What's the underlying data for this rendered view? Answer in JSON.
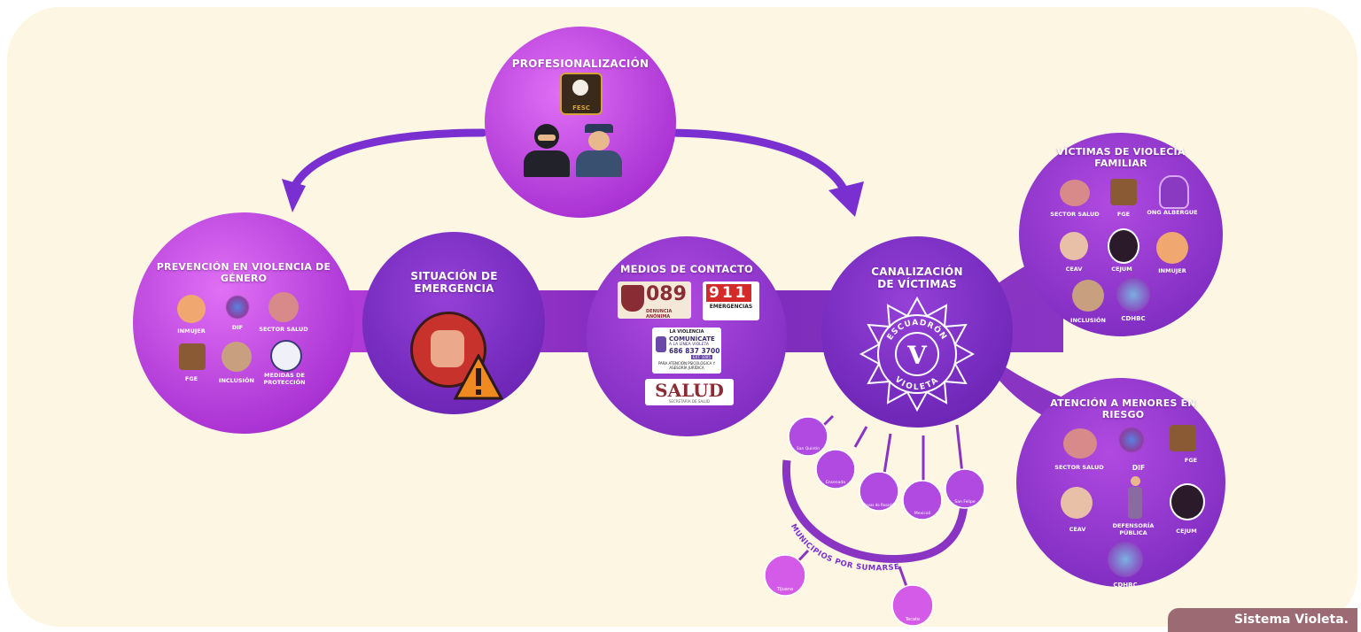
{
  "nodes": {
    "profesionalizacion": {
      "title": "PROFESIONALIZACIÓN",
      "badge_text": "FESC"
    },
    "prevencion": {
      "title": "PREVENCIÓN EN VIOLENCIA DE GÉNERO",
      "items": [
        "INMUJER",
        "DIF",
        "SECTOR SALUD",
        "FGE",
        "INCLUSIÓN",
        "MEDIDAS DE PROTECCIÓN"
      ]
    },
    "emergencia": {
      "title": "SITUACIÓN DE EMERGENCIA"
    },
    "medios": {
      "title": "MEDIOS DE CONTACTO",
      "logo_089": "089",
      "logo_089_sub": "DENUNCIA ANÓNIMA",
      "logo_911": "911",
      "logo_911_sub": "EMERGENCIAS",
      "linea_top": "LA VIOLENCIA",
      "linea_main": "COMUNÍCATE",
      "linea_sub": "A LA LÍNEA VIOLETA",
      "linea_phone": "686 837 3700",
      "linea_ext": "EXT. 1005",
      "linea_note": "PARA ATENCIÓN PSICOLÓGICA Y ASESORÍA JURÍDICA",
      "salud": "SALUD",
      "salud_sub": "SECRETARÍA DE SALUD"
    },
    "canalizacion": {
      "title": "CANALIZACIÓN DE VÍCTIMAS",
      "seal_top": "ESCUADRÓN",
      "seal_bottom": "VIOLETA",
      "seal_letter": "V"
    },
    "victimas": {
      "title": "VÍCTIMAS DE VIOLECIA FAMILIAR",
      "items": [
        "SECTOR SALUD",
        "FGE",
        "ONG ALBERGUE",
        "CEAV",
        "CEJUM",
        "INMUJER",
        "INCLUSIÓN",
        "CDHBC"
      ]
    },
    "menores": {
      "title": "ATENCIÓN A MENORES EN RIESGO",
      "items": [
        "SECTOR SALUD",
        "DIF",
        "FGE",
        "CEAV",
        "DEFENSORÍA PÚBLICA",
        "CEJUM",
        "CDHBC"
      ]
    }
  },
  "municipios": {
    "active": [
      "San Quintín",
      "Ensenada",
      "Playas de Rosarito",
      "Mexicali",
      "San Felipe"
    ],
    "label": "MUNICIPIOS POR SUMARSE",
    "pending": [
      "Tijuana",
      "Tecate"
    ]
  },
  "footer": {
    "source": "Sistema Violeta."
  },
  "colors": {
    "panel": "#fcf6e2",
    "purple_dark": "#6a2aa8",
    "purple_mid": "#8a3ac8",
    "magenta": "#c040e0",
    "badge": "#9c6a72"
  }
}
